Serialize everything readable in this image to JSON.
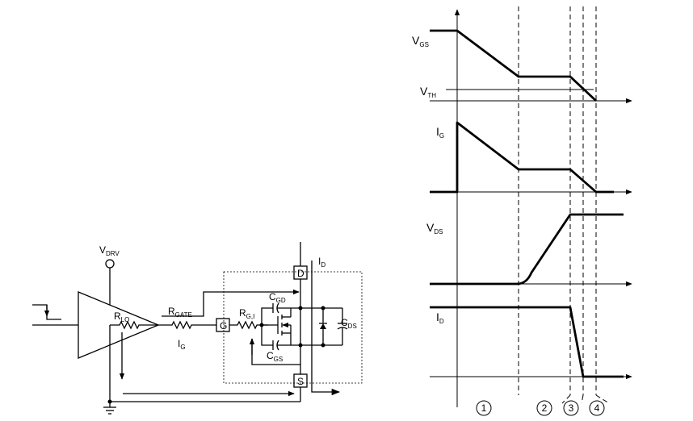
{
  "circuit": {
    "vdrv": {
      "main": "V",
      "sub": "DRV"
    },
    "rlo": {
      "main": "R",
      "sub": "LO"
    },
    "rgate": {
      "main": "R",
      "sub": "GATE"
    },
    "rgi": {
      "main": "R",
      "sub": "G,I"
    },
    "ig": {
      "main": "I",
      "sub": "G"
    },
    "id": {
      "main": "I",
      "sub": "D"
    },
    "cgd": {
      "main": "C",
      "sub": "GD"
    },
    "cgs": {
      "main": "C",
      "sub": "GS"
    },
    "cds": {
      "main": "C",
      "sub": "DS"
    },
    "terminal_g": "G",
    "terminal_d": "D",
    "terminal_s": "S"
  },
  "waveforms": {
    "vgs": {
      "main": "V",
      "sub": "GS"
    },
    "vth": {
      "main": "V",
      "sub": "TH"
    },
    "ig": {
      "main": "I",
      "sub": "G"
    },
    "vds": {
      "main": "V",
      "sub": "DS"
    },
    "id": {
      "main": "I",
      "sub": "D"
    },
    "intervals": [
      "1",
      "2",
      "3",
      "4"
    ]
  }
}
